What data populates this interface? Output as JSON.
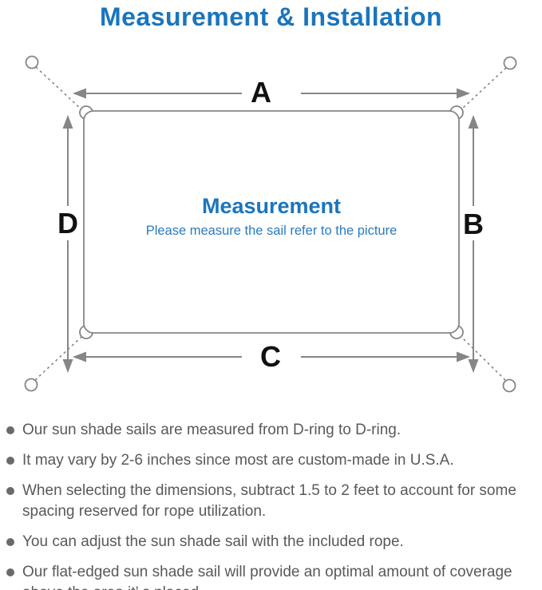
{
  "title": "Measurement & Installation",
  "diagram": {
    "labels": {
      "top": "A",
      "right": "B",
      "bottom": "C",
      "left": "D"
    },
    "center_title": "Measurement",
    "center_subtitle": "Please measure the sail refer to the picture"
  },
  "notes": [
    "Our sun shade sails are measured from D-ring to D-ring.",
    "It may vary by 2-6 inches since most are custom-made in U.S.A.",
    "When selecting the dimensions, subtract 1.5 to 2 feet to account for some spacing reserved for rope utilization.",
    "You can adjust the sun shade sail with the included rope.",
    "Our flat-edged sun shade sail will provide an optimal amount of coverage above the area it’ s placed."
  ],
  "colors": {
    "accent_blue": "#1b75bc",
    "line_gray": "#868686",
    "label_black": "#111111",
    "note_gray": "#58595b"
  }
}
